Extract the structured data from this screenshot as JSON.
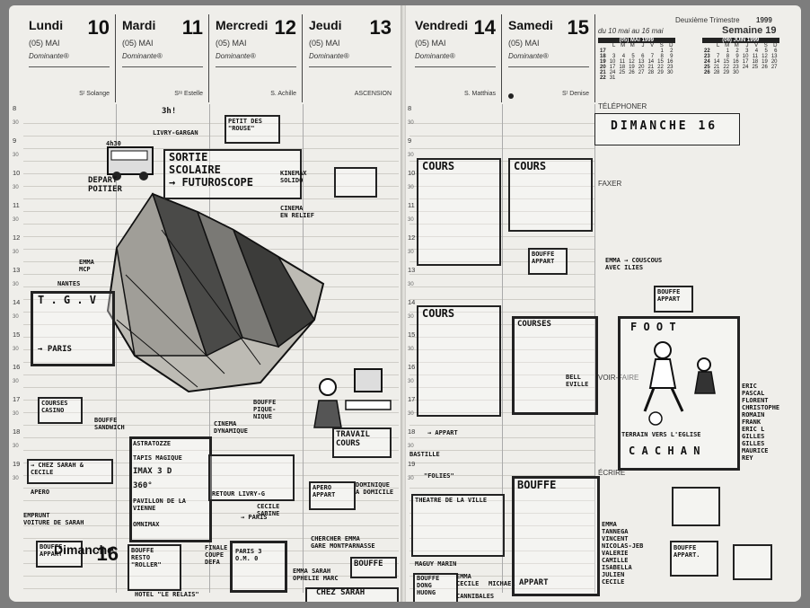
{
  "left_days": [
    {
      "name": "Lundi",
      "number": "10",
      "month": "(05) MAI",
      "dominante": "Dominante®",
      "saint": "Sᵗ Solange"
    },
    {
      "name": "Mardi",
      "number": "11",
      "month": "(05) MAI",
      "dominante": "Dominante®",
      "saint": "Sᵗᵉ Estelle"
    },
    {
      "name": "Mercredi",
      "number": "12",
      "month": "(05) MAI",
      "dominante": "Dominante®",
      "saint": "S. Achille"
    },
    {
      "name": "Jeudi",
      "number": "13",
      "month": "(05) MAI",
      "dominante": "Dominante®",
      "saint": "ASCENSION"
    }
  ],
  "right_days": [
    {
      "name": "Vendredi",
      "number": "14",
      "month": "(05) MAI",
      "dominante": "Dominante®",
      "saint": "S. Matthias"
    },
    {
      "name": "Samedi",
      "number": "15",
      "month": "(05) MAI",
      "dominante": "Dominante®",
      "saint": "Sᵗ Denise"
    }
  ],
  "week_info": {
    "trimester": "Deuxième Trimestre",
    "year": "1999",
    "range": "du 10 mai au 16 mai",
    "week": "Semaine 19"
  },
  "mini_calendars": [
    {
      "title": "(05) MAI 1999",
      "days": [
        "L",
        "M",
        "M",
        "J",
        "V",
        "S",
        "D"
      ],
      "rows": [
        [
          "17",
          "",
          "",
          "",
          "",
          "",
          "1",
          "2"
        ],
        [
          "18",
          "3",
          "4",
          "5",
          "6",
          "7",
          "8",
          "9"
        ],
        [
          "19",
          "10",
          "11",
          "12",
          "13",
          "14",
          "15",
          "16"
        ],
        [
          "20",
          "17",
          "18",
          "19",
          "20",
          "21",
          "22",
          "23"
        ],
        [
          "21",
          "24",
          "25",
          "26",
          "27",
          "28",
          "29",
          "30"
        ],
        [
          "22",
          "31",
          "",
          "",
          "",
          "",
          "",
          ""
        ]
      ]
    },
    {
      "title": "(06) JUIN 1999",
      "days": [
        "L",
        "M",
        "M",
        "J",
        "V",
        "S",
        "D"
      ],
      "rows": [
        [
          "22",
          "",
          "1",
          "2",
          "3",
          "4",
          "5",
          "6"
        ],
        [
          "23",
          "7",
          "8",
          "9",
          "10",
          "11",
          "12",
          "13"
        ],
        [
          "24",
          "14",
          "15",
          "16",
          "17",
          "18",
          "19",
          "20"
        ],
        [
          "25",
          "21",
          "22",
          "23",
          "24",
          "25",
          "26",
          "27"
        ],
        [
          "26",
          "28",
          "29",
          "30",
          "",
          "",
          "",
          ""
        ]
      ]
    }
  ],
  "hours": [
    "8",
    "9",
    "10",
    "11",
    "12",
    "13",
    "14",
    "15",
    "16",
    "17",
    "18",
    "19"
  ],
  "half_label": "30",
  "right_labels": {
    "telephone": "TÉLÉPHONER",
    "faxer": "FAXER",
    "voir": "VOIR-FAIRE",
    "ecrire": "ÉCRIRE"
  },
  "sunday": {
    "name": "Dimanche",
    "number": "16"
  },
  "notes": {
    "sortie": "SORTIE\nSCOLAIRE\n→ FUTUROSCOPE",
    "depart": "DEPART\nPOITIER",
    "petit_des": "PETIT DES\n\"ROUSE\"",
    "livry": "LIVRY-GARGAN",
    "time": "4h30",
    "alarm": "3h!",
    "kinemax": "KINEMAX\nSOLIDO",
    "cinema_relief": "CINEMA\nEN RELIEF",
    "emma": "EMMA\nMCP",
    "nantes": "NANTES",
    "tgv": "T . G . V",
    "paris": "→ PARIS",
    "courses_casino": "COURSES\nCASINO",
    "bouffe_sandwich": "BOUFFE\nSANDWICH",
    "chez_sarah": "→ CHEZ SARAH &\nCECILE",
    "apero": "APERO",
    "emprunt": "EMPRUNT\nVOITURE DE SARAH",
    "bouffe_appart1": "BOUFFE\nAPPART",
    "bouffe_pique": "BOUFFE\nPIQUE-\nNIQUE",
    "cinema_dynamique": "CINEMA\nDYNAMIQUE",
    "astratozze": "ASTRATOZZE",
    "tapis_magique": "TAPIS MAGIQUE",
    "imax": "IMAX 3 D",
    "deg360": "360°",
    "pavillon": "PAVILLON DE LA\nVIENNE",
    "omnimax": "OMNIMAX",
    "retour": "RETOUR LIVRY-G",
    "paris2": "→ PARIS",
    "cecile_sabine": "CECILE\nSABINE",
    "travail_cours": "TRAVAIL\nCOURS",
    "apero_appart": "APERO\nAPPART",
    "dominique": "DOMINIQUE\nA DOMICILE",
    "chercher_emma": "CHERCHER EMMA\nGARE MONTPARNASSE",
    "bouffe_resto": "BOUFFE\nRESTO\n\"ROLLER\"",
    "hotel": "HOTEL \"LE RELAIS\"",
    "finale": "FINALE\nCOUPE\nDEFA",
    "paris_om": "PARIS 3\nO.M. 0",
    "bouffe_sarah": "BOUFFE",
    "chez_sarah2": "CHEZ SARAH",
    "emma_sarah": "EMMA SARAH\nOPHELIE MARC",
    "cours1": "COURS",
    "cours2": "COURS",
    "cours3": "COURS",
    "bouffe_appart2": "BOUFFE\nAPPART",
    "courses": "COURSES",
    "belleville": "BELL\nEVILLE",
    "appart1": "→ APPART",
    "bastille": "BASTILLE",
    "folies": "\"FOLIES\"",
    "theatre": "THEATRE DE LA VILLE",
    "magy_marin": "MAGUY MARIN",
    "bouffe_dong": "BOUFFE\nDONG\nHUONG",
    "emma_cecile": "EMMA\nCECILE",
    "michael": "MICHAEL",
    "cannibales": "CANNIBALES",
    "bouffe3": "BOUFFE",
    "appart2": "APPART",
    "dimanche": "DIMANCHE 16",
    "emma_couscous": "EMMA → COUSCOUS\nAVEC ILIES",
    "bouffe_appart3": "BOUFFE\nAPPART",
    "foot": "F O O T",
    "terrain": "TERRAIN VERS L'EGLISE",
    "cachan": "C A C H A N",
    "foot_names": "ERIC\nPASCAL\nFLORENT\nCHRISTOPHE\nROMAIN\nFRANK\nERIC L\nGILLES\nGILLES\nMAURICE\nREY",
    "guests": "EMMA\nTANNEGA\nVINCENT\nNICOLAS-JEB\nVALERIE\nCAMILLE\nISABELLA\nJULIEN\nCECILE",
    "bouffe_appart4": "BOUFFE\nAPPART."
  }
}
